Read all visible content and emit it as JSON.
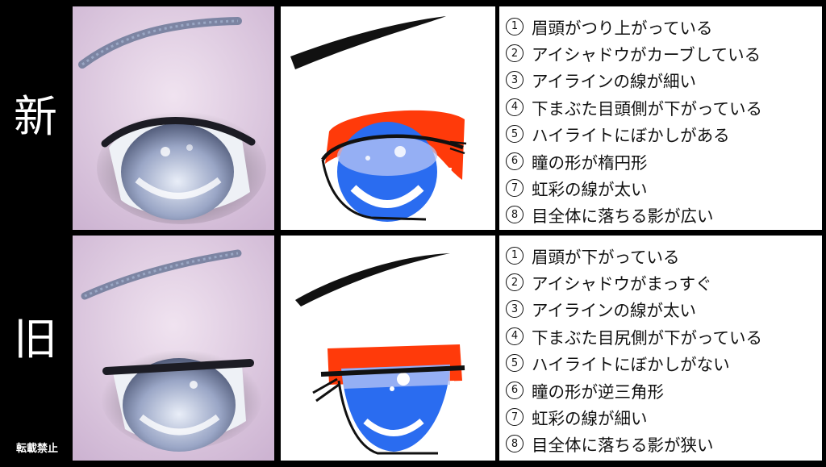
{
  "labels": {
    "new": "新",
    "old": "旧",
    "watermark": "転載禁止"
  },
  "new_points": [
    {
      "num": "1",
      "text": "眉頭がつり上がっている"
    },
    {
      "num": "2",
      "text": "アイシャドウがカーブしている"
    },
    {
      "num": "3",
      "text": "アイラインの線が細い"
    },
    {
      "num": "4",
      "text": "下まぶた目頭側が下がっている"
    },
    {
      "num": "5",
      "text": "ハイライトにぼかしがある"
    },
    {
      "num": "6",
      "text": "瞳の形が楕円形"
    },
    {
      "num": "7",
      "text": "虹彩の線が太い"
    },
    {
      "num": "8",
      "text": "目全体に落ちる影が広い"
    }
  ],
  "old_points": [
    {
      "num": "1",
      "text": "眉頭が下がっている"
    },
    {
      "num": "2",
      "text": "アイシャドウがまっすぐ"
    },
    {
      "num": "3",
      "text": "アイラインの線が太い"
    },
    {
      "num": "4",
      "text": "下まぶた目尻側が下がっている"
    },
    {
      "num": "5",
      "text": "ハイライトにぼかしがない"
    },
    {
      "num": "6",
      "text": "瞳の形が逆三角形"
    },
    {
      "num": "7",
      "text": "虹彩の線が細い"
    },
    {
      "num": "8",
      "text": "目全体に落ちる影が狭い"
    }
  ],
  "colors": {
    "background": "#000000",
    "skin": "#d9c3dd",
    "shadow": "#ff3a0a",
    "iris": "#2a6cf0",
    "sclera_blue": "#b9c6f6"
  }
}
